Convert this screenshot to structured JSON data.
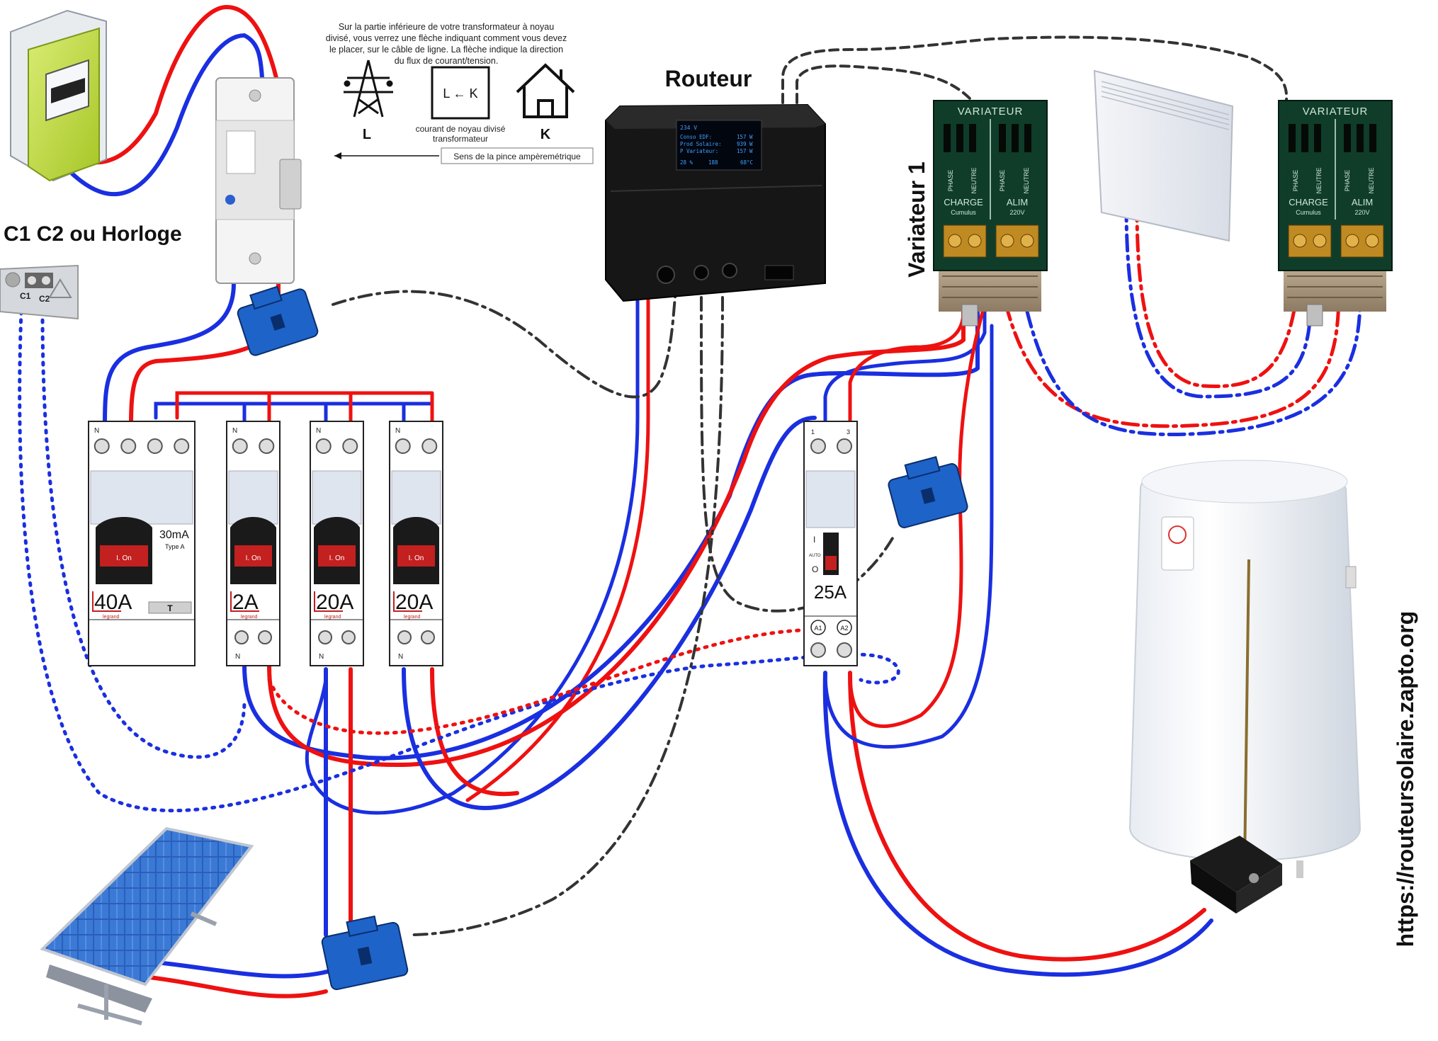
{
  "title_router": "Routeur",
  "label_meter": "C1 C2 ou Horloge",
  "label_c1": "C1",
  "label_c2": "C2",
  "label_variateur_vertical": "Variateur 1",
  "website": "https://routeursolaire.zapto.org",
  "instruction": {
    "lines": [
      "Sur la partie inférieure de votre transformateur à noyau",
      "divisé, vous verrez une flèche indiquant comment vous devez",
      "le placer, sur le câble de ligne. La flèche indique la direction",
      "du flux de courant/tension."
    ],
    "label_L": "L",
    "label_K": "K",
    "core_symbol": "L ← K",
    "core_caption_1": "courant de noyau divisé",
    "core_caption_2": "transformateur",
    "clamp_direction": "Sens de la pince ampèremétrique"
  },
  "router_display": {
    "line1": "234 V",
    "rows": [
      {
        "label": "Conso EDF:",
        "value": "157 W"
      },
      {
        "label": "Prod Solaire:",
        "value": "939 W"
      },
      {
        "label": "P Variateur:",
        "value": "157 W"
      }
    ],
    "footer_left": "28 %",
    "footer_mid": "188",
    "footer_right": "68°C"
  },
  "dimmers": [
    {
      "title": "VARIATEUR",
      "phase": "PHASE",
      "neutre": "NEUTRE",
      "charge": "CHARGE",
      "charge_sub": "Cumulus",
      "alim": "ALIM",
      "alim_sub": "220V"
    },
    {
      "title": "VARIATEUR",
      "phase": "PHASE",
      "neutre": "NEUTRE",
      "charge": "CHARGE",
      "charge_sub": "Cumulus",
      "alim": "ALIM",
      "alim_sub": "220V"
    }
  ],
  "breakers": [
    {
      "rating": "40A",
      "extra": "30mA",
      "extra_sub": "Type A",
      "brand": "legrand",
      "on": "I. On",
      "neutral": "N",
      "badge": "T"
    },
    {
      "rating": "2A",
      "brand": "legrand",
      "on": "I. On",
      "neutral": "N"
    },
    {
      "rating": "20A",
      "brand": "legrand",
      "on": "I. On",
      "neutral": "N"
    },
    {
      "rating": "20A",
      "brand": "legrand",
      "on": "I. On",
      "neutral": "N"
    }
  ],
  "contactor": {
    "rating": "25A",
    "t1": "1",
    "t3": "3",
    "a1": "A1",
    "a2": "A2",
    "pos_i": "I",
    "pos_auto": "AUTO",
    "pos_o": "O"
  },
  "colors": {
    "phase": "#ee1111",
    "neutral": "#1a2fe0",
    "signal": "#333333",
    "clamp": "#1e63c8",
    "din_body": "#ffffff",
    "dimmer_pcb": "#0f3d2a",
    "meter_yellow": "#c6e23a"
  }
}
